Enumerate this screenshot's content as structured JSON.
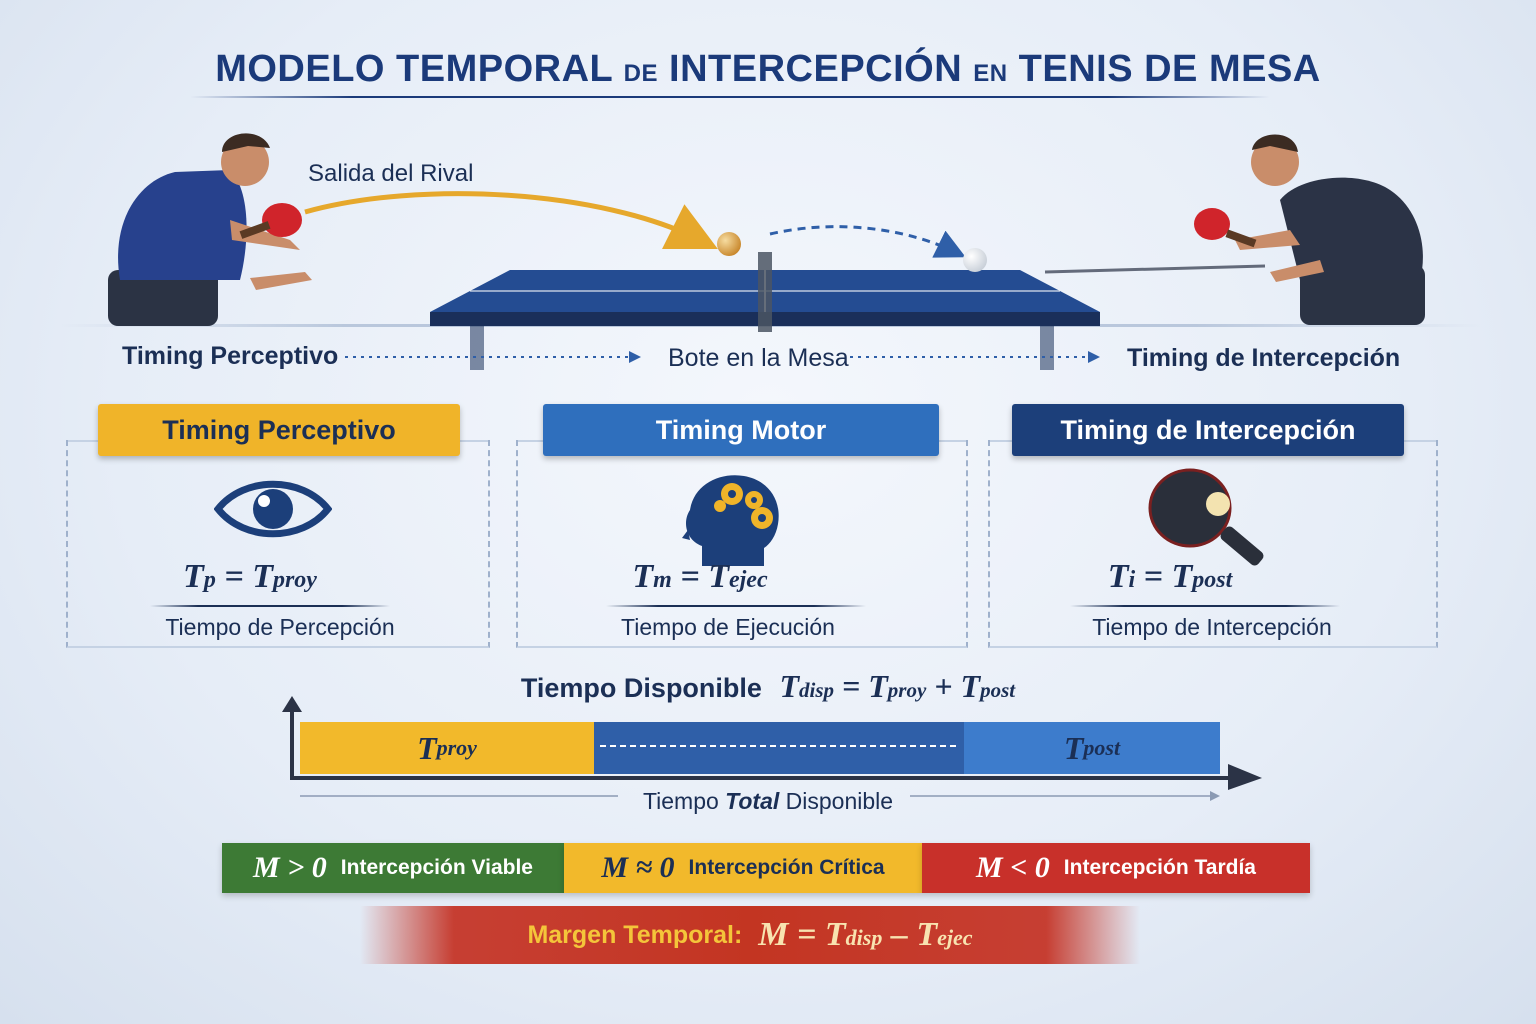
{
  "title": {
    "part1": "MODELO TEMPORAL",
    "part2": "DE",
    "part3": "INTERCEPCIÓN",
    "part4": "EN",
    "part5": "TENIS DE MESA"
  },
  "scene": {
    "rival_exit_label": "Salida del Rival",
    "flow": {
      "step1": "Timing Perceptivo",
      "step2": "Bote en la Mesa",
      "step3": "Timing de Intercepción"
    }
  },
  "panels": [
    {
      "badge": "Timing Perceptivo",
      "icon": "eye-icon",
      "formula_lhs": "T",
      "formula_lhs_sub": "p",
      "formula_rhs": "T",
      "formula_rhs_sub": "proy",
      "description": "Tiempo de Percepción",
      "color": "#f0b429"
    },
    {
      "badge": "Timing Motor",
      "icon": "head-gears-icon",
      "formula_lhs": "T",
      "formula_lhs_sub": "m",
      "formula_rhs": "T",
      "formula_rhs_sub": "ejec",
      "description": "Tiempo de Ejecución",
      "color": "#2f6fbd"
    },
    {
      "badge": "Timing de Intercepción",
      "icon": "paddle-ball-icon",
      "formula_lhs": "T",
      "formula_lhs_sub": "i",
      "formula_rhs": "T",
      "formula_rhs_sub": "post",
      "description": "Tiempo de Intercepción",
      "color": "#1c3f7a"
    }
  ],
  "available_time": {
    "label": "Tiempo Disponible",
    "T": "T",
    "sub_disp": "disp",
    "sub_proy": "proy",
    "sub_post": "post",
    "equals": "=",
    "plus": "+"
  },
  "timeline": {
    "seg1_T": "T",
    "seg1_sub": "proy",
    "seg2_T": "T",
    "seg2_sub": "post",
    "total_pre": "Tiempo",
    "total_bold": "Total",
    "total_post": "Disponible"
  },
  "margin_states": [
    {
      "symbol": "M > 0",
      "text": "Intercepción Viable",
      "color": "#3d7a35"
    },
    {
      "symbol": "M ≈ 0",
      "text": "Intercepción Crítica",
      "color": "#f2b92b"
    },
    {
      "symbol": "M < 0",
      "text": "Intercepción Tardía",
      "color": "#c8302a"
    }
  ],
  "margin_formula": {
    "label": "Margen Temporal:",
    "M": "M",
    "equals": "=",
    "T": "T",
    "sub_disp": "disp",
    "minus": "–",
    "sub_ejec": "ejec"
  }
}
